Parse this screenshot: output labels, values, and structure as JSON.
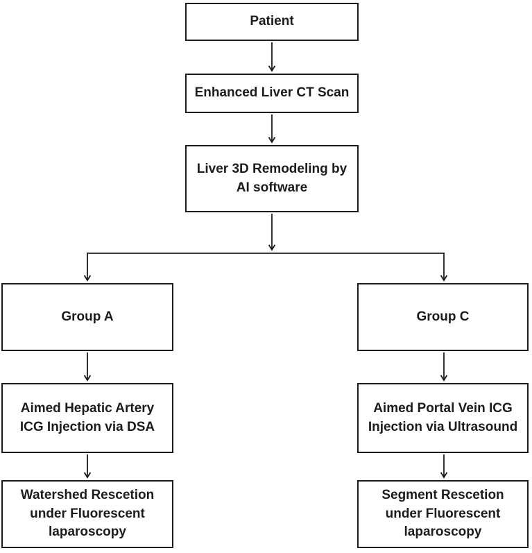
{
  "colors": {
    "background": "#ffffff",
    "line": "#1c1c1c",
    "text": "#1c1c1c"
  },
  "nodes": {
    "patient": {
      "label": "Patient"
    },
    "ct_scan": {
      "label": "Enhanced Liver CT Scan"
    },
    "remodeling": {
      "label": "Liver 3D Remodeling by\nAI software"
    },
    "group_a": {
      "label": "Group A"
    },
    "group_c": {
      "label": "Group C"
    },
    "hepatic_injection": {
      "label": "Aimed Hepatic Artery\nICG Injection via DSA"
    },
    "portal_injection": {
      "label": "Aimed Portal Vein ICG\nInjection via Ultrasound"
    },
    "watershed_resection": {
      "label": "Watershed Rescetion\nunder Fluorescent\nlaparoscopy"
    },
    "segment_resection": {
      "label": "Segment Rescetion\nunder Fluorescent\nlaparoscopy"
    }
  }
}
